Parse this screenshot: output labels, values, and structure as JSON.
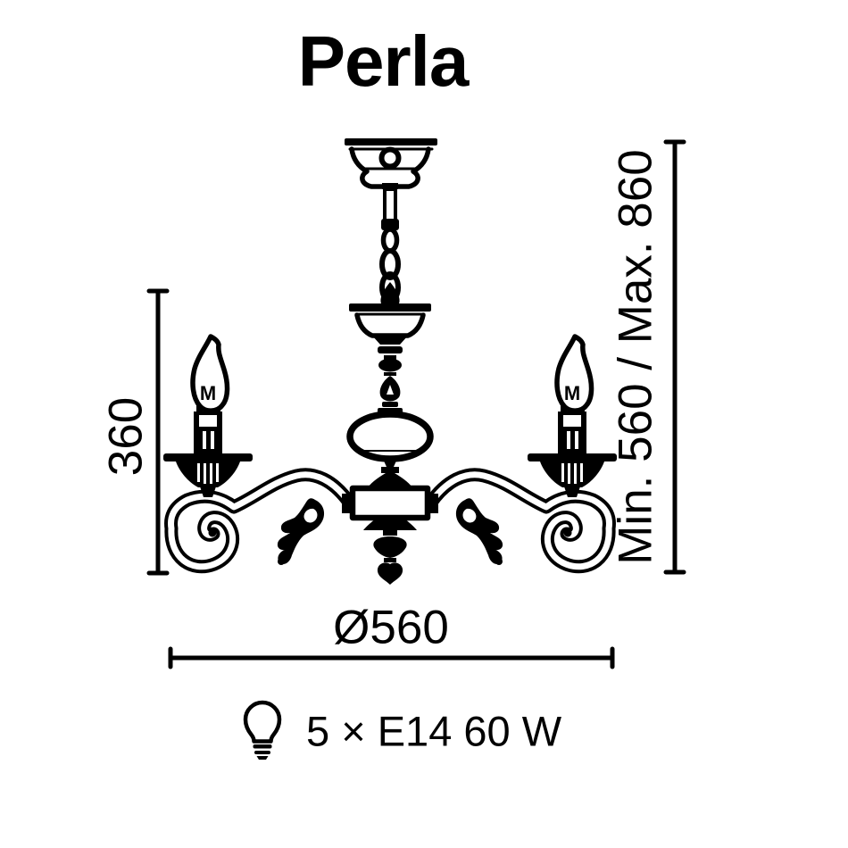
{
  "title": "Perla",
  "dimensions": {
    "fixture_height": "360",
    "suspension_range": "Min. 560 / Max. 860",
    "diameter": "Ø560"
  },
  "spec": {
    "lamp": "5 × E14 60 W"
  },
  "drawing": {
    "bulb_marking": "M"
  },
  "icons": {
    "spec_icon": "light-bulb-icon"
  },
  "colors": {
    "line": "#000000",
    "background": "#ffffff"
  }
}
